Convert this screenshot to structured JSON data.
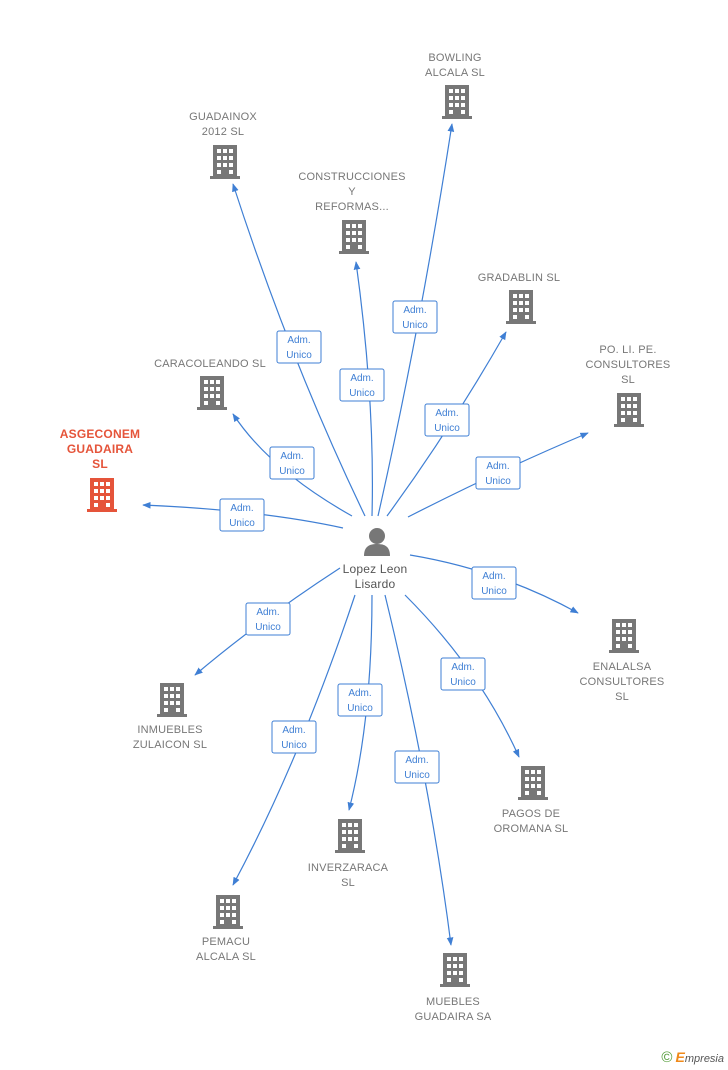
{
  "center": {
    "label_lines": [
      "Lopez Leon",
      "Lisardo"
    ],
    "icon": "person-icon"
  },
  "colors": {
    "edge": "#3f7fd4",
    "node": "#777777",
    "highlight": "#e5543a"
  },
  "nodes": [
    {
      "id": "asgeconem",
      "label_lines": [
        "ASGECONEM",
        "GUADAIRA",
        "SL"
      ],
      "highlight": true,
      "edge_labels": [
        "Adm.",
        "Unico"
      ],
      "icon": "building-icon"
    },
    {
      "id": "caracoleando",
      "label_lines": [
        "CARACOLEANDO SL"
      ],
      "edge_labels": [
        "Adm.",
        "Unico"
      ],
      "icon": "building-icon"
    },
    {
      "id": "guadainox",
      "label_lines": [
        "GUADAINOX",
        "2012  SL"
      ],
      "edge_labels": [
        "Adm.",
        "Unico"
      ],
      "icon": "building-icon"
    },
    {
      "id": "construcciones",
      "label_lines": [
        "CONSTRUCCIONES",
        "Y",
        "REFORMAS..."
      ],
      "edge_labels": [
        "Adm.",
        "Unico"
      ],
      "icon": "building-icon"
    },
    {
      "id": "bowling",
      "label_lines": [
        "BOWLING",
        "ALCALA SL"
      ],
      "edge_labels": [
        "Adm.",
        "Unico"
      ],
      "icon": "building-icon"
    },
    {
      "id": "gradablin",
      "label_lines": [
        "GRADABLIN SL"
      ],
      "edge_labels": [
        "Adm.",
        "Unico"
      ],
      "icon": "building-icon"
    },
    {
      "id": "poli",
      "label_lines": [
        "PO.  LI. PE.",
        "CONSULTORES",
        "SL"
      ],
      "edge_labels": [
        "Adm.",
        "Unico"
      ],
      "icon": "building-icon"
    },
    {
      "id": "enalalsa",
      "label_lines": [
        "ENALALSA",
        "CONSULTORES",
        "SL"
      ],
      "edge_labels": [
        "Adm.",
        "Unico"
      ],
      "icon": "building-icon"
    },
    {
      "id": "pagos",
      "label_lines": [
        "PAGOS DE",
        "OROMANA  SL"
      ],
      "edge_labels": [
        "Adm.",
        "Unico"
      ],
      "icon": "building-icon"
    },
    {
      "id": "muebles",
      "label_lines": [
        "MUEBLES",
        "GUADAIRA SA"
      ],
      "edge_labels": [
        "Adm.",
        "Unico"
      ],
      "icon": "building-icon"
    },
    {
      "id": "inverzaraca",
      "label_lines": [
        "INVERZARACA",
        "SL"
      ],
      "edge_labels": [
        "Adm.",
        "Unico"
      ],
      "icon": "building-icon"
    },
    {
      "id": "pemacu",
      "label_lines": [
        "PEMACU",
        "ALCALA SL"
      ],
      "edge_labels": [
        "Adm.",
        "Unico"
      ],
      "icon": "building-icon"
    },
    {
      "id": "inmuebles",
      "label_lines": [
        "INMUEBLES",
        "ZULAICON  SL"
      ],
      "edge_labels": [
        "Adm.",
        "Unico"
      ],
      "icon": "building-icon"
    }
  ],
  "footer": {
    "copyright": "©",
    "brand_initial": "E",
    "brand_rest": "mpresia"
  }
}
